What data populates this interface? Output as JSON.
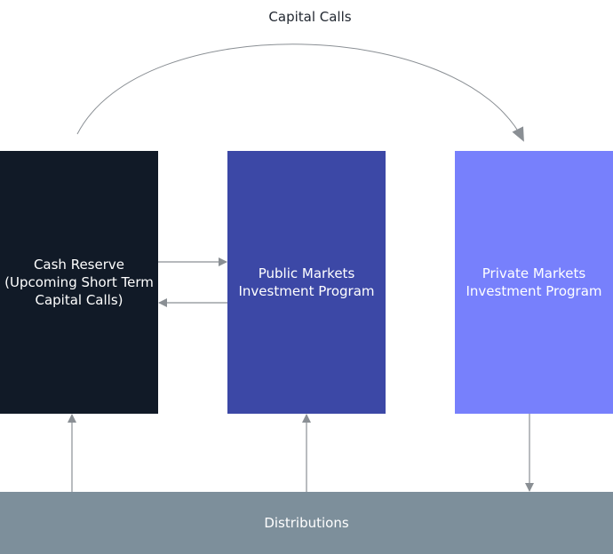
{
  "diagram": {
    "top_label": "Capital Calls",
    "cash_reserve": "Cash Reserve\n(Upcoming Short Term\nCapital Calls)",
    "public_markets": "Public Markets\nInvestment Program",
    "private_markets": "Private Markets\nInvestment Program",
    "distributions": "Distributions"
  },
  "colors": {
    "cash_reserve": "#111a27",
    "public_markets": "#3c48a6",
    "private_markets": "#7780fc",
    "distributions": "#7d8f9b",
    "arrow": "#8a8f94"
  }
}
